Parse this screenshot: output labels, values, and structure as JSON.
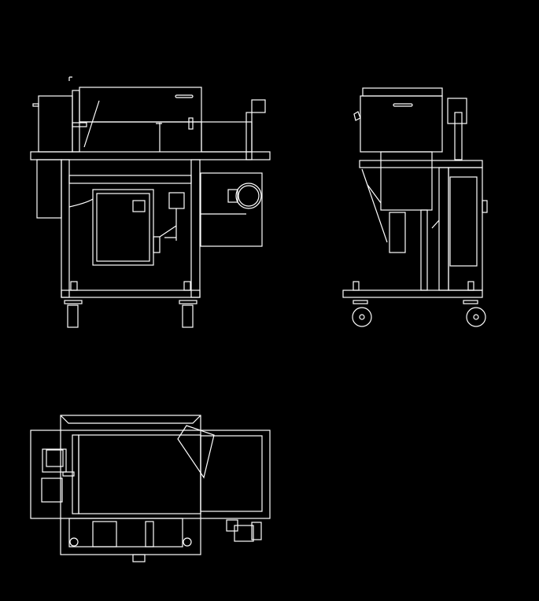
{
  "drawing": {
    "background": "#000000",
    "line_color": "#ffffff",
    "views": [
      {
        "id": "front-view"
      },
      {
        "id": "side-view"
      },
      {
        "id": "top-view"
      }
    ]
  }
}
